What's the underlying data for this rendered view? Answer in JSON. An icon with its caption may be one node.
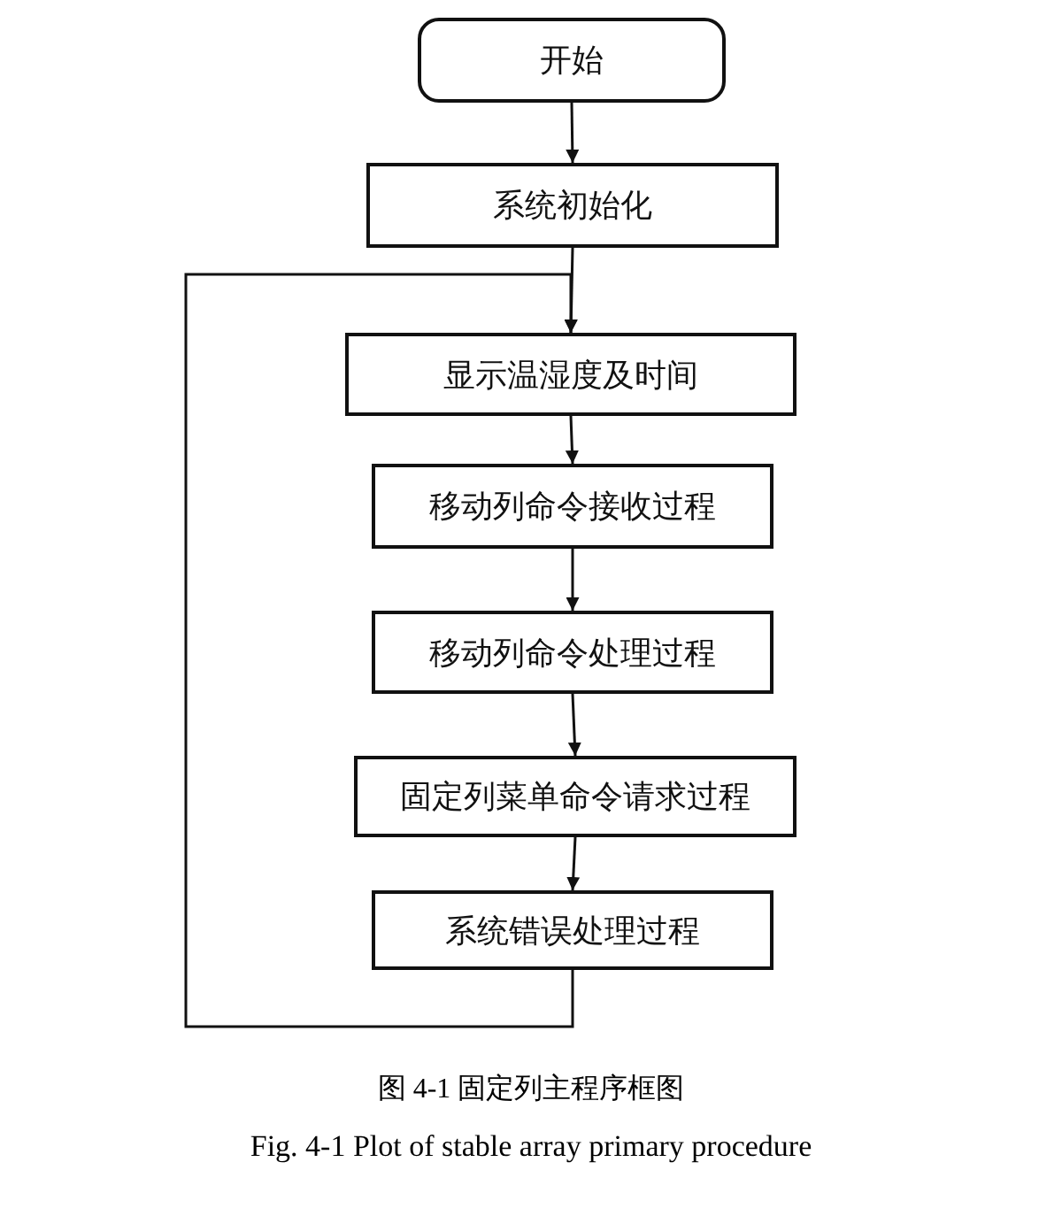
{
  "diagram": {
    "nodes": [
      {
        "text": [
          "开始"
        ]
      },
      {
        "text": [
          "系统初始化"
        ]
      },
      {
        "text": [
          "显示温湿度及时间"
        ]
      },
      {
        "text": [
          "移动列命令接收过程"
        ]
      },
      {
        "text": [
          "移动列命令处理过程"
        ]
      },
      {
        "text": [
          "固定列菜单命令请求过程"
        ]
      },
      {
        "text": [
          "系统错误处理过程"
        ]
      }
    ],
    "edges": [
      {
        "from": 0,
        "to": 1,
        "arrow": "to"
      },
      {
        "from": 1,
        "to": 2,
        "arrow": "to"
      },
      {
        "from": 2,
        "to": 3,
        "arrow": "to"
      },
      {
        "from": 3,
        "to": 4,
        "arrow": "to"
      },
      {
        "from": 4,
        "to": 5,
        "arrow": "to"
      },
      {
        "from": 5,
        "to": 6,
        "arrow": "to"
      },
      {
        "from": 6,
        "to": 2,
        "arrow": "to"
      }
    ],
    "labels": [
      "图 4-1 固定列主程序框图",
      "Fig. 4-1 Plot of stable array primary procedure"
    ]
  }
}
